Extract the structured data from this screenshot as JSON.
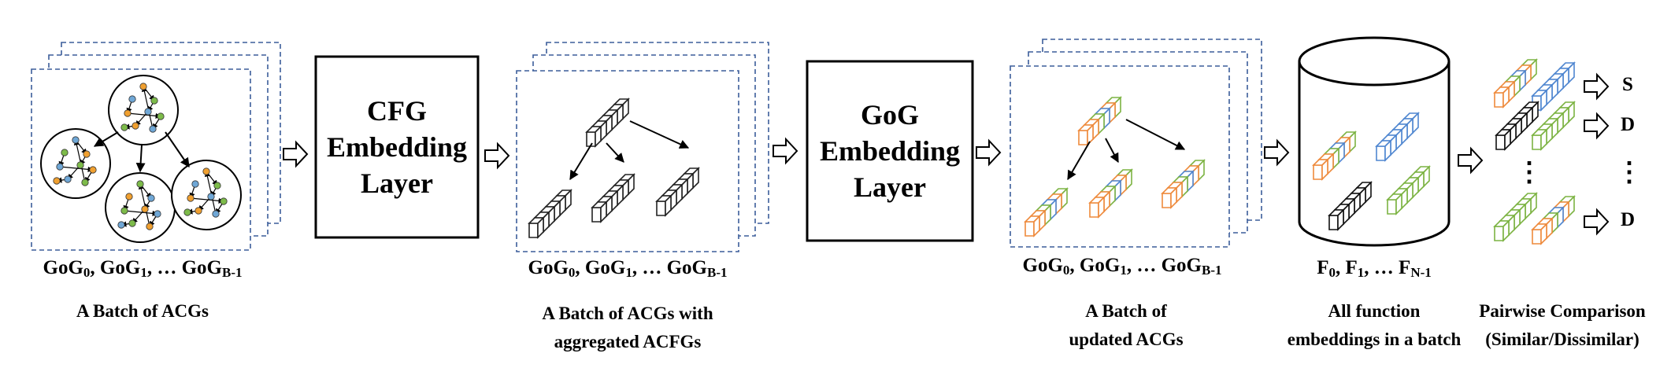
{
  "colors": {
    "frame_dash": "#3b5d9a",
    "node_orange": "#f0a030",
    "node_blue": "#6fa7d6",
    "node_green": "#7dbb4a",
    "embed_orange": "#ee8a3c",
    "embed_blue": "#4f86d0",
    "embed_green": "#7cb342",
    "embed_black": "#111111"
  },
  "stages": {
    "acg_batch": {
      "graph_list": {
        "p1": "GoG",
        "s1": "0",
        "p2": ", GoG",
        "s2": "1",
        "p3": ", … GoG",
        "s3": "B-1"
      },
      "caption": "A Batch of ACGs"
    },
    "cfg_layer": {
      "line1": "CFG",
      "line2": "Embedding",
      "line3": "Layer"
    },
    "acfg_batch": {
      "graph_list": {
        "p1": "GoG",
        "s1": "0",
        "p2": ", GoG",
        "s2": "1",
        "p3": ", … GoG",
        "s3": "B-1"
      },
      "caption_line1": "A Batch of ACGs with",
      "caption_line2": "aggregated ACFGs"
    },
    "gog_layer": {
      "line1": "GoG",
      "line2": "Embedding",
      "line3": "Layer"
    },
    "updated_batch": {
      "graph_list": {
        "p1": "GoG",
        "s1": "0",
        "p2": ", GoG",
        "s2": "1",
        "p3": ", … GoG",
        "s3": "B-1"
      },
      "caption_line1": "A Batch of",
      "caption_line2": "updated ACGs"
    },
    "function_store": {
      "function_list": {
        "p1": "F",
        "s1": "0",
        "p2": ", F",
        "s2": "1",
        "p3": ", … F",
        "s3": "N-1"
      },
      "caption_line1": "All function",
      "caption_line2": "embeddings in a batch"
    },
    "comparison": {
      "results": [
        "S",
        "D",
        "D"
      ],
      "ellipsis": "⋮",
      "caption_line1": "Pairwise Comparison",
      "caption_line2": "(Similar/Dissimilar)"
    }
  }
}
